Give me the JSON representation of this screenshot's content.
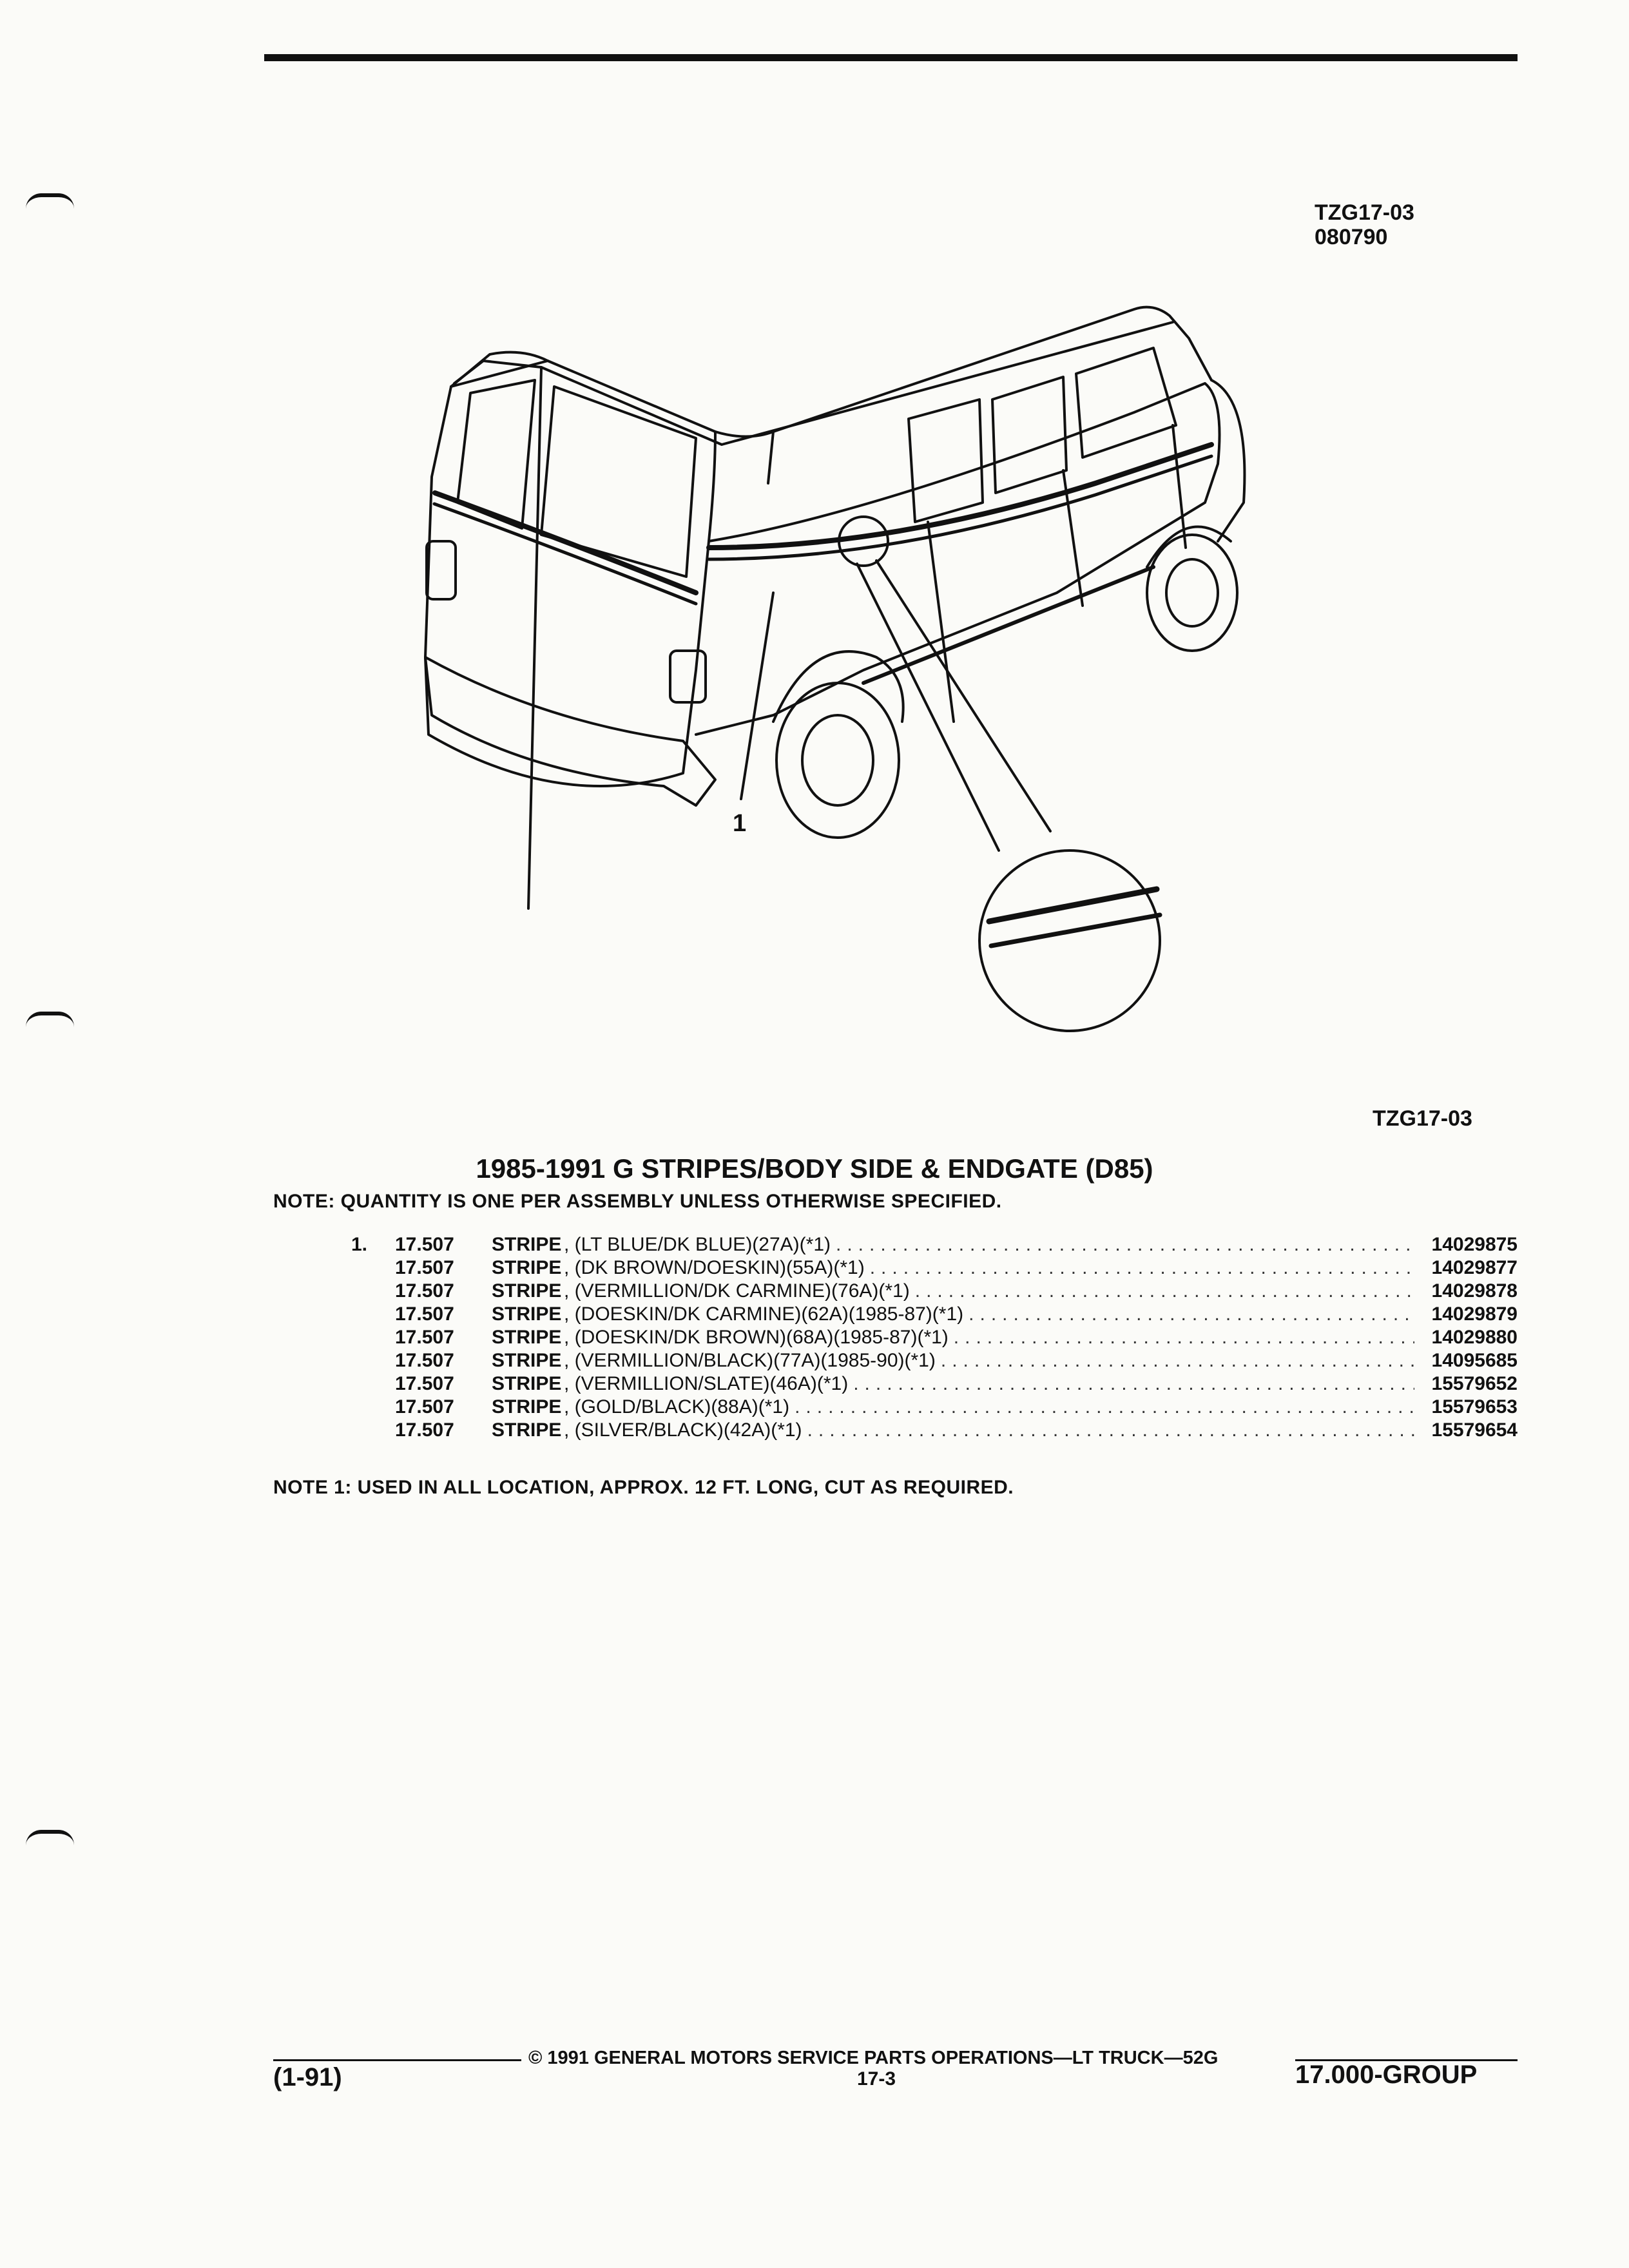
{
  "header": {
    "fig_code": "TZG17-03",
    "fig_date": "080790"
  },
  "illustration": {
    "callout": "1",
    "caption_code": "TZG17-03"
  },
  "title": "1985-1991 G STRIPES/BODY SIDE & ENDGATE (D85)",
  "note_quantity": "NOTE:  QUANTITY IS ONE PER ASSEMBLY UNLESS OTHERWISE SPECIFIED.",
  "parts": [
    {
      "item": "1.",
      "group": "17.507",
      "name": "STRIPE",
      "desc": ", (LT BLUE/DK BLUE)(27A)(*1)",
      "part_no": "14029875"
    },
    {
      "item": "",
      "group": "17.507",
      "name": "STRIPE",
      "desc": ", (DK BROWN/DOESKIN)(55A)(*1)",
      "part_no": "14029877"
    },
    {
      "item": "",
      "group": "17.507",
      "name": "STRIPE",
      "desc": ", (VERMILLION/DK CARMINE)(76A)(*1)",
      "part_no": "14029878"
    },
    {
      "item": "",
      "group": "17.507",
      "name": "STRIPE",
      "desc": ", (DOESKIN/DK CARMINE)(62A)(1985-87)(*1)",
      "part_no": "14029879"
    },
    {
      "item": "",
      "group": "17.507",
      "name": "STRIPE",
      "desc": ", (DOESKIN/DK BROWN)(68A)(1985-87)(*1)",
      "part_no": "14029880"
    },
    {
      "item": "",
      "group": "17.507",
      "name": "STRIPE",
      "desc": ", (VERMILLION/BLACK)(77A)(1985-90)(*1)",
      "part_no": "14095685"
    },
    {
      "item": "",
      "group": "17.507",
      "name": "STRIPE",
      "desc": ", (VERMILLION/SLATE)(46A)(*1)",
      "part_no": "15579652"
    },
    {
      "item": "",
      "group": "17.507",
      "name": "STRIPE",
      "desc": ", (GOLD/BLACK)(88A)(*1)",
      "part_no": "15579653"
    },
    {
      "item": "",
      "group": "17.507",
      "name": "STRIPE",
      "desc": ", (SILVER/BLACK)(42A)(*1)",
      "part_no": "15579654"
    }
  ],
  "note_1": "NOTE  1:  USED IN ALL LOCATION, APPROX. 12 FT. LONG, CUT AS REQUIRED.",
  "footer": {
    "copyright": "©  1991  GENERAL MOTORS SERVICE PARTS OPERATIONS—LT TRUCK—52G",
    "date": "(1-91)",
    "page": "17-3",
    "group": "17.000-GROUP"
  }
}
